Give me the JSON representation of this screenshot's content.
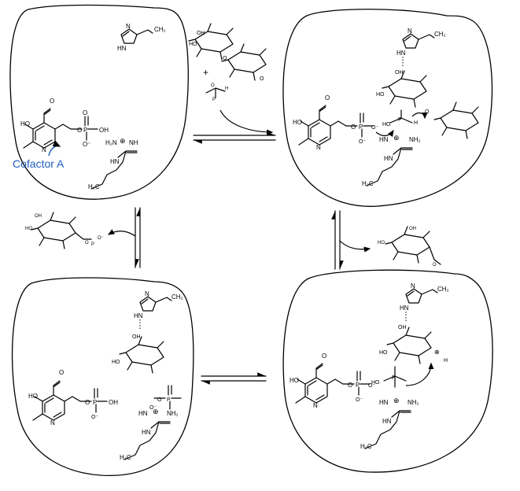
{
  "cofactor_label": "Cofactor A",
  "plus": "+",
  "atoms": {
    "O": "O",
    "OH": "OH",
    "HO": "HO",
    "H": "H",
    "N": "N",
    "P": "P",
    "O_minus": "O⁻",
    "HN": "HN",
    "NH": "NH",
    "NH2": "NH₂",
    "H2N": "H₂N",
    "CH2": "CH₂",
    "H2C": "H₂C",
    "charge_plus": "⊕"
  }
}
